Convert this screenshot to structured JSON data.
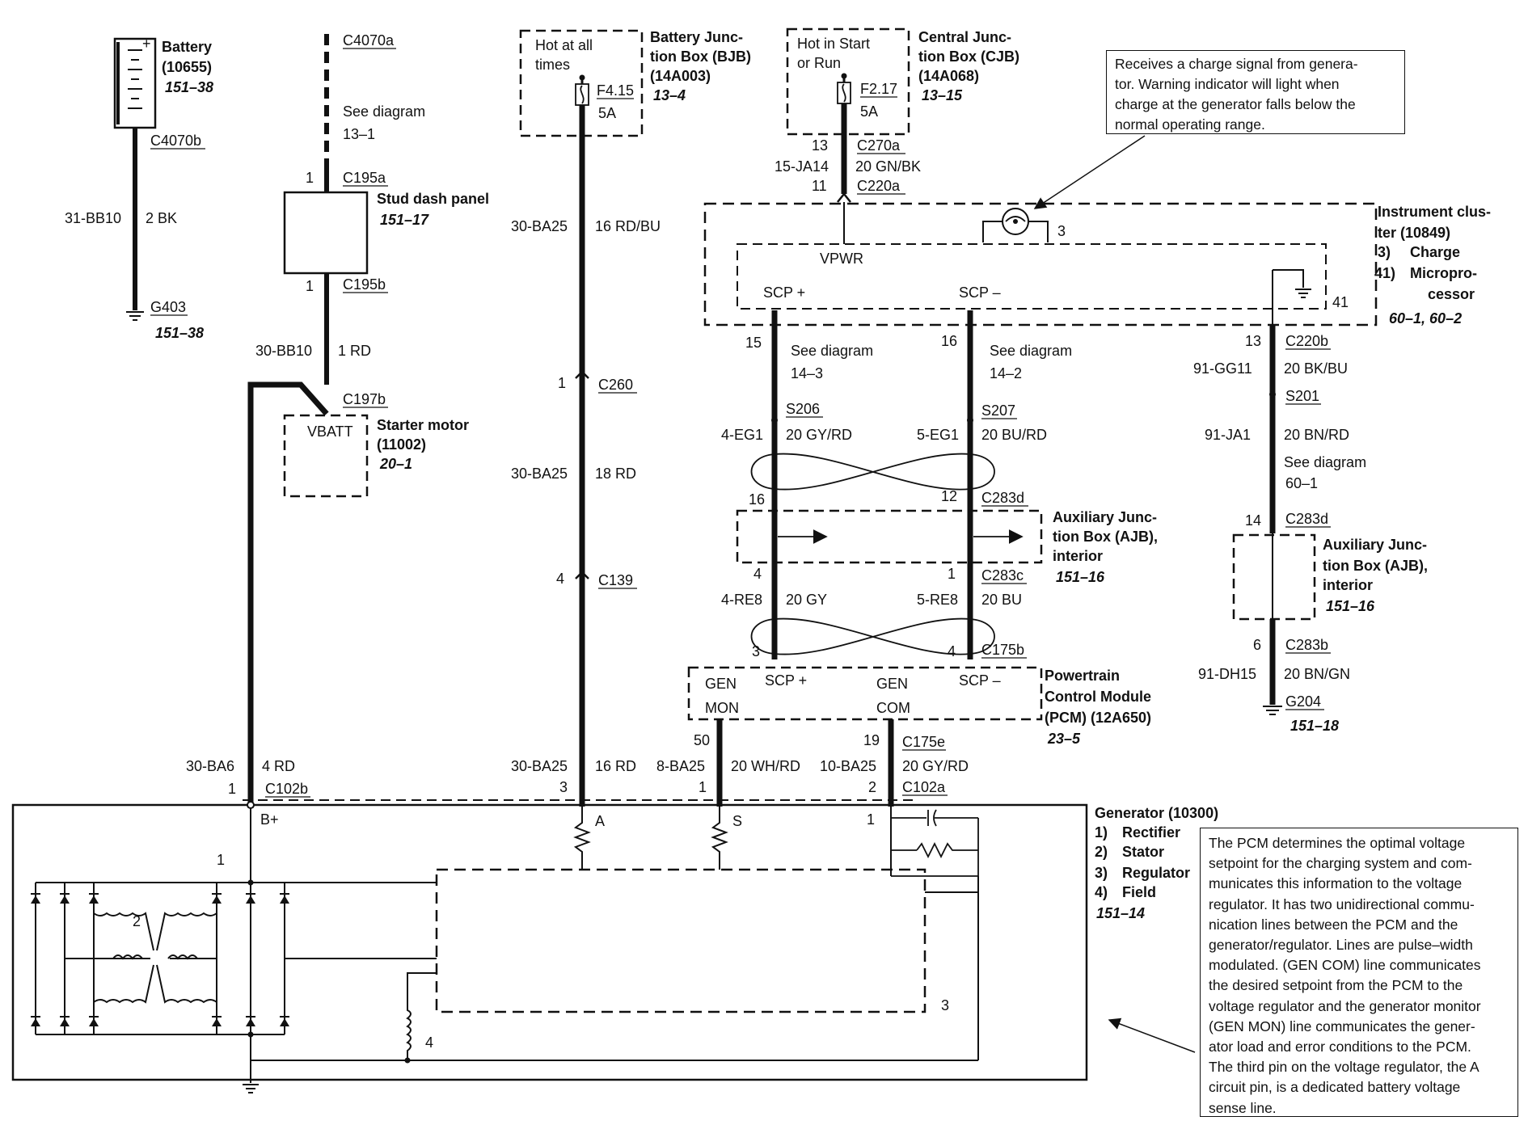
{
  "components": {
    "battery": {
      "name": "Battery",
      "part": "(10655)",
      "ref": "151–38"
    },
    "stud": {
      "name": "Stud dash panel",
      "ref": "151–17"
    },
    "starter": {
      "name": "Starter motor",
      "part": "(11002)",
      "ref": "20–1",
      "pin": "VBATT"
    },
    "bjb": {
      "name1": "Battery Junc-",
      "name2": "tion Box (BJB)",
      "part": "(14A003)",
      "ref": "13–4",
      "hot1": "Hot at all",
      "hot2": "times",
      "fuse": "F4.15",
      "amp": "5A"
    },
    "cjb": {
      "name1": "Central Junc-",
      "name2": "tion Box (CJB)",
      "part": "(14A068)",
      "ref": "13–15",
      "hot1": "Hot in Start",
      "hot2": "or Run",
      "fuse": "F2.17",
      "amp": "5A"
    },
    "cluster": {
      "name1": "Instrument clus-",
      "name2": "ter (10849)",
      "item3": "3)",
      "item3_label": "Charge",
      "item41": "41)",
      "item41_label1": "Micropro-",
      "item41_label2": "cessor",
      "ref": "60–1, 60–2",
      "vpwr": "VPWR",
      "scp_p": "SCP +",
      "scp_m": "SCP –",
      "pin3": "3",
      "pin41": "41"
    },
    "ajb1": {
      "name1": "Auxiliary Junc-",
      "name2": "tion Box (AJB),",
      "name3": "interior",
      "ref": "151–16"
    },
    "ajb2": {
      "name1": "Auxiliary Junc-",
      "name2": "tion Box (AJB),",
      "name3": "interior",
      "ref": "151–16"
    },
    "pcm": {
      "name1": "Powertrain",
      "name2": "Control Module",
      "name3": "(PCM) (12A650)",
      "ref": "23–5",
      "gen1": "GEN",
      "mon": "MON",
      "gen2": "GEN",
      "com": "COM",
      "scp_p": "SCP +",
      "scp_m": "SCP –"
    },
    "generator": {
      "name": "Generator (10300)",
      "i1n": "1)",
      "i1": "Rectifier",
      "i2n": "2)",
      "i2": "Stator",
      "i3n": "3)",
      "i3": "Regulator",
      "i4n": "4)",
      "i4": "Field",
      "ref": "151–14",
      "bplus": "B+",
      "a": "A",
      "s": "S",
      "p1": "1",
      "p1b": "1",
      "p2": "2",
      "p3": "3",
      "p4": "4"
    }
  },
  "connectors": {
    "c4070a": "C4070a",
    "c4070b": "C4070b",
    "g403": "G403",
    "g403_ref": "151–38",
    "see_13_1a": "See diagram",
    "see_13_1b": "13–1",
    "c195a": "C195a",
    "c195a_pin": "1",
    "c195b": "C195b",
    "c195b_pin": "1",
    "c197b": "C197b",
    "c260": "C260",
    "c260_pin": "1",
    "c139": "C139",
    "c139_pin": "4",
    "c270a": "C270a",
    "c270a_pin": "13",
    "c220a": "C220a",
    "c220a_pin": "11",
    "c220b": "C220b",
    "c220b_pin": "13",
    "s206": "S206",
    "s207": "S207",
    "s201": "S201",
    "see_14_3a": "See diagram",
    "see_14_3b": "14–3",
    "pin15": "15",
    "see_14_2a": "See diagram",
    "see_14_2b": "14–2",
    "pin16": "16",
    "see_60_1a": "See diagram",
    "see_60_1b": "60–1",
    "c283d_l": "C283d",
    "c283d_p16": "16",
    "c283d_p12": "12",
    "c283c": "C283c",
    "c283c_p4": "4",
    "c283c_p1": "1",
    "c175b": "C175b",
    "c175b_p3": "3",
    "c175b_p4": "4",
    "c283d_r": "C283d",
    "c283d_r_pin": "14",
    "c283b": "C283b",
    "c283b_pin": "6",
    "g204": "G204",
    "g204_ref": "151–18",
    "c175e": "C175e",
    "c175e_p50": "50",
    "c175e_p19": "19",
    "c102b": "C102b",
    "c102b_pin": "1",
    "c102a": "C102a",
    "c102a_p3": "3",
    "c102a_p1": "1",
    "c102a_p2": "2"
  },
  "wires": {
    "w_31bb10": "31-BB10",
    "w_31bb10_c": "2 BK",
    "w_30bb10": "30-BB10",
    "w_30bb10_c": "1 RD",
    "w_30ba6": "30-BA6",
    "w_30ba6_c": "4 RD",
    "w_30ba25a": "30-BA25",
    "w_30ba25a_c": "16 RD/BU",
    "w_30ba25b": "30-BA25",
    "w_30ba25b_c": "18 RD",
    "w_30ba25c": "30-BA25",
    "w_30ba25c_c": "16 RD",
    "w_15ja14": "15-JA14",
    "w_15ja14_c": "20 GN/BK",
    "w_4eg1": "4-EG1",
    "w_4eg1_c": "20 GY/RD",
    "w_5eg1": "5-EG1",
    "w_5eg1_c": "20 BU/RD",
    "w_4re8": "4-RE8",
    "w_4re8_c": "20 GY",
    "w_5re8": "5-RE8",
    "w_5re8_c": "20 BU",
    "w_91gg11": "91-GG11",
    "w_91gg11_c": "20 BK/BU",
    "w_91ja1": "91-JA1",
    "w_91ja1_c": "20 BN/RD",
    "w_91dh15": "91-DH15",
    "w_91dh15_c": "20 BN/GN",
    "w_8ba25": "8-BA25",
    "w_8ba25_c": "20 WH/RD",
    "w_10ba25": "10-BA25",
    "w_10ba25_c": "20 GY/RD"
  },
  "notes": {
    "top": [
      "Receives a charge signal from genera-",
      "tor. Warning indicator will light when",
      "charge at the generator falls below the",
      "normal operating range."
    ],
    "bottom": [
      "The PCM determines the optimal voltage",
      "setpoint for the charging system and com-",
      "municates this information to the voltage",
      "regulator. It has two unidirectional commu-",
      "nication lines between the PCM and the",
      "generator/regulator. Lines are pulse–width",
      "modulated. (GEN COM) line communicates",
      "the desired setpoint from the PCM to the",
      "voltage regulator and the generator monitor",
      "(GEN MON) line communicates the gener-",
      "ator load and error conditions to the PCM.",
      "The third pin on the voltage regulator, the A",
      "circuit pin, is a dedicated battery voltage",
      "sense line."
    ]
  }
}
